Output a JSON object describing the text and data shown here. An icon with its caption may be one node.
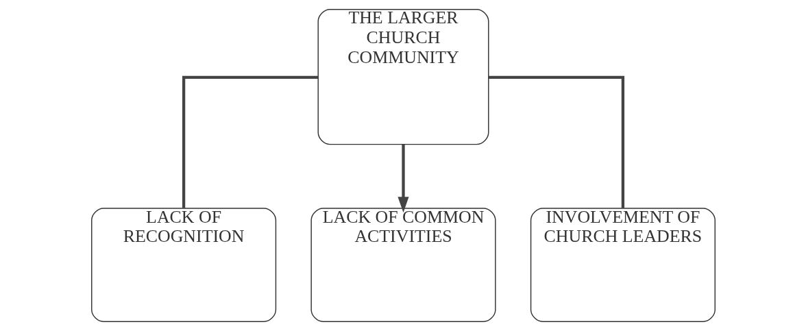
{
  "diagram": {
    "nodes": [
      {
        "text": [
          "THE LARGER CHURCH COMMUNITY"
        ]
      },
      {
        "text": [
          "LACK OF RECOGNITION"
        ]
      },
      {
        "text": [
          "LACK OF COMMON ACTIVITIES"
        ]
      },
      {
        "text": [
          "INVOLVEMENT OF CHURCH LEADERS"
        ]
      }
    ],
    "edges": [
      {
        "from": 0,
        "to": 1,
        "arrow": "none"
      },
      {
        "from": 0,
        "to": 2,
        "arrow": "to"
      },
      {
        "from": 0,
        "to": 3,
        "arrow": "none"
      }
    ]
  }
}
